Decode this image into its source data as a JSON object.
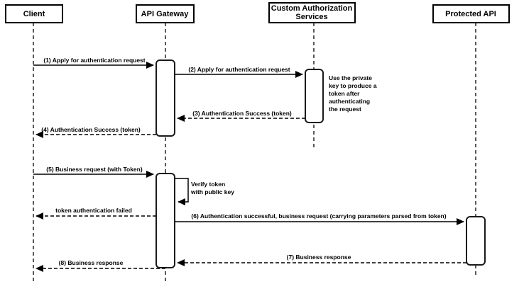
{
  "diagram": {
    "type": "sequence-diagram",
    "colors": {
      "ink": "#000000",
      "background": "#ffffff",
      "box_fill": "#ffffff"
    },
    "actors": [
      {
        "label": "Client"
      },
      {
        "label": "API Gateway"
      },
      {
        "label_line1": "Custom Authorization",
        "label_line2": "Services"
      },
      {
        "label": "Protected API"
      }
    ],
    "messages": [
      {
        "label": "(1) Apply for authentication request",
        "from": "Client",
        "to": "API Gateway",
        "line": "solid"
      },
      {
        "label": "(2) Apply for authentication request",
        "from": "API Gateway",
        "to": "Custom Authorization Services",
        "line": "solid"
      },
      {
        "label": "(3) Authentication Success (token)",
        "from": "Custom Authorization Services",
        "to": "API Gateway",
        "line": "dashed"
      },
      {
        "label": "(4) Authentication Success (token)",
        "from": "API Gateway",
        "to": "Client",
        "line": "dashed"
      },
      {
        "label": "(5) Business request (with Token)",
        "from": "Client",
        "to": "API Gateway",
        "line": "solid"
      },
      {
        "label_line1": "Verify token",
        "label_line2": "with public key",
        "from": "API Gateway",
        "to": "API Gateway",
        "line": "solid",
        "self_loop": true
      },
      {
        "label": "token authentication failed",
        "from": "API Gateway",
        "to": "Client",
        "line": "dashed"
      },
      {
        "label": "(6) Authentication successful, business request (carrying parameters parsed from token)",
        "from": "API Gateway",
        "to": "Protected API",
        "line": "solid"
      },
      {
        "label": "(7) Business response",
        "from": "Protected API",
        "to": "API Gateway",
        "line": "dashed"
      },
      {
        "label": "(8) Business response",
        "from": "API Gateway",
        "to": "Client",
        "line": "dashed"
      }
    ],
    "note": {
      "attached_to": "Custom Authorization Services",
      "lines": [
        "Use the private",
        "key to produce a",
        "token after",
        "authenticating",
        "the request"
      ]
    }
  }
}
